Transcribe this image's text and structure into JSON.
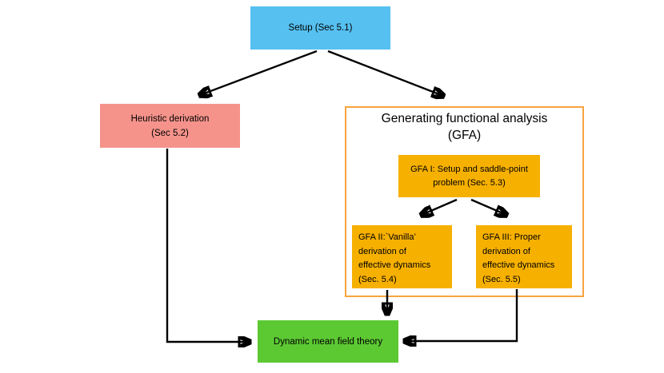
{
  "diagram": {
    "type": "flowchart",
    "nodes": {
      "setup": {
        "label": "Setup (Sec 5.1)",
        "fill": "#56C0F0"
      },
      "heuristic": {
        "line1": "Heuristic derivation",
        "line2": "(Sec 5.2)",
        "fill": "#F5938B"
      },
      "gfa_group": {
        "title_line1": "Generating functional analysis",
        "title_line2": "(GFA)",
        "border_color": "#F9A43F"
      },
      "gfa1": {
        "line1": "GFA I: Setup and saddle-point",
        "line2": "problem (Sec. 5.3)",
        "fill": "#F6B000"
      },
      "gfa2": {
        "line1": "GFA II:`Vanilla’",
        "line2": "derivation of",
        "line3": "effective dynamics",
        "line4": "(Sec. 5.4)",
        "fill": "#F6B000"
      },
      "gfa3": {
        "line1": "GFA III: Proper",
        "line2": "derivation of",
        "line3": "effective dynamics",
        "line4": "(Sec. 5.5)",
        "fill": "#F6B000"
      },
      "dmft": {
        "label": "Dynamic mean field theory",
        "fill": "#5CC933"
      }
    },
    "edges": [
      {
        "from": "setup",
        "to": "heuristic"
      },
      {
        "from": "setup",
        "to": "gfa_group"
      },
      {
        "from": "gfa1",
        "to": "gfa2"
      },
      {
        "from": "gfa1",
        "to": "gfa3"
      },
      {
        "from": "heuristic",
        "to": "dmft"
      },
      {
        "from": "gfa2",
        "to": "dmft"
      },
      {
        "from": "gfa3",
        "to": "dmft"
      }
    ],
    "arrow_color": "#000000"
  }
}
